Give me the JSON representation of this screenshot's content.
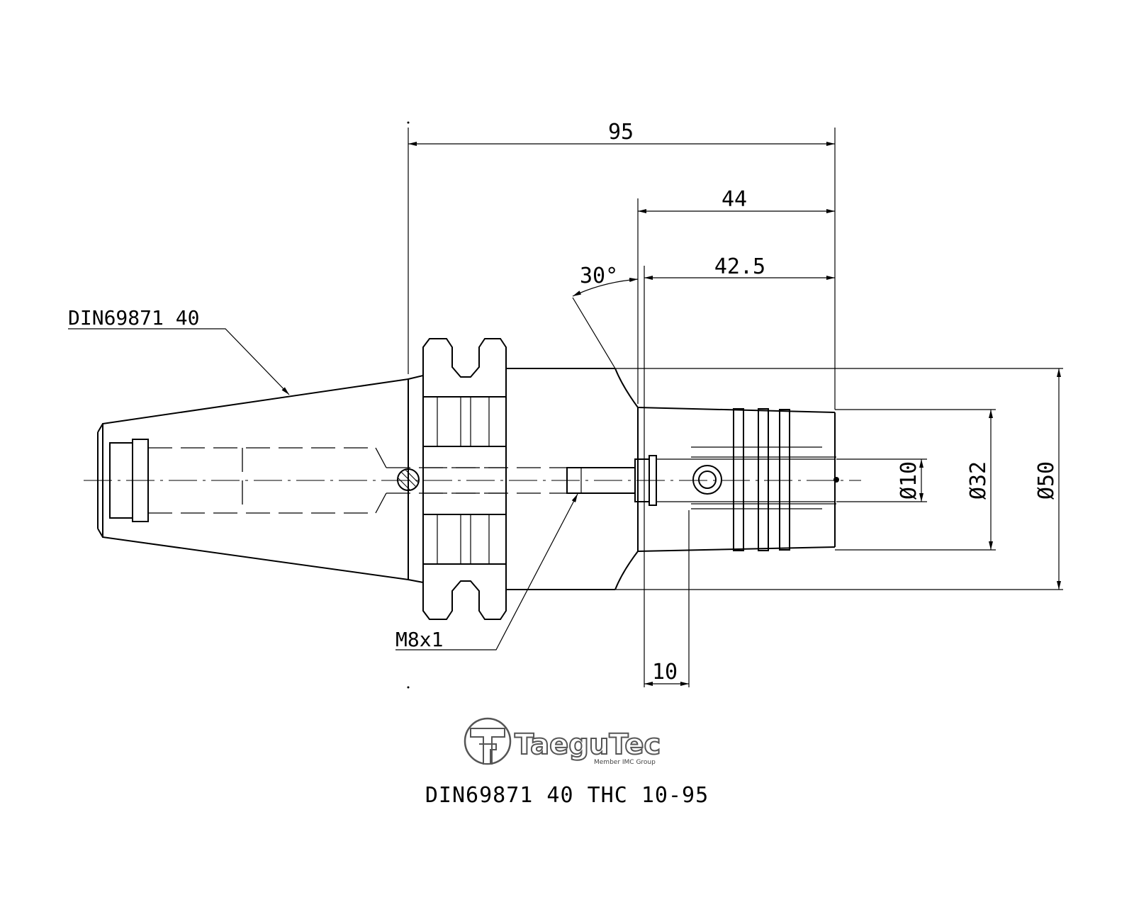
{
  "dimensions": {
    "overall_length": "95",
    "length_44": "44",
    "length_42_5": "42.5",
    "angle": "30°",
    "length_10": "10",
    "dia_10": "Ø10",
    "dia_32": "Ø32",
    "dia_50": "Ø50"
  },
  "labels": {
    "taper_spec": "DIN69871 40",
    "thread": "M8x1"
  },
  "logo": {
    "brand": "TaeguTec",
    "tagline": "Member IMC Group"
  },
  "title": "DIN69871 40 THC 10-95"
}
